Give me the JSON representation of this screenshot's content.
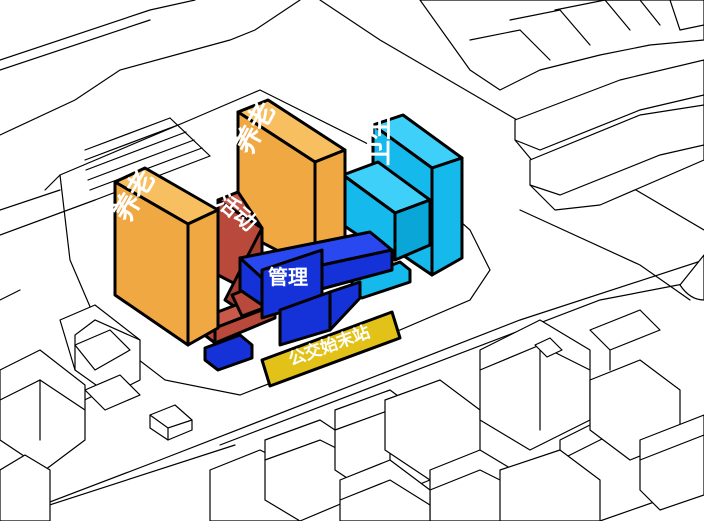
{
  "labels": {
    "elderly_west": "养老",
    "activity": "活动",
    "elderly_center": "养老",
    "management": "管理",
    "health": "卫生",
    "bus_terminal": "公交始末站"
  },
  "colors": {
    "elderly": "#F0A843",
    "activity": "#B9493A",
    "management": "#1531D8",
    "health": "#16B9EC",
    "bus_terminal": "#E2C219",
    "outline": "#000000",
    "background": "#FFFFFF"
  }
}
